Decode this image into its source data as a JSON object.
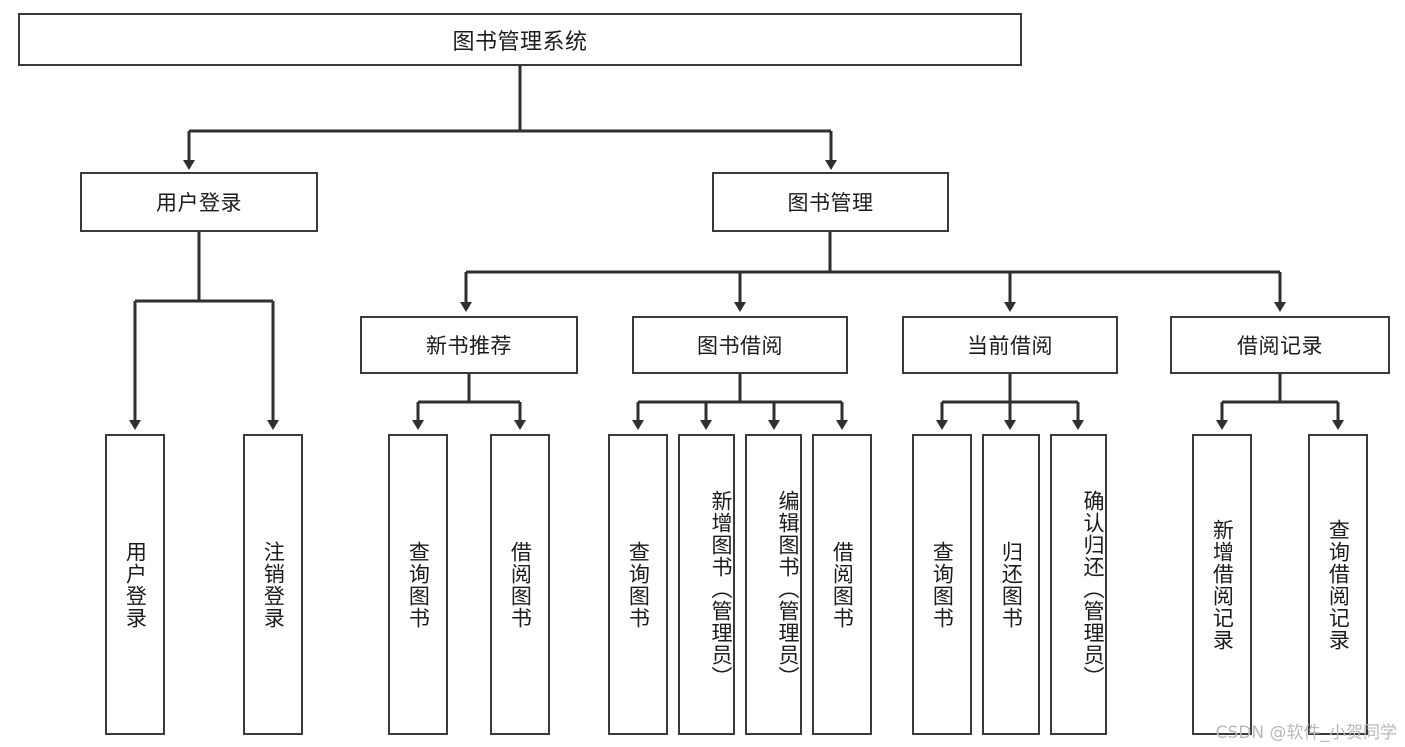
{
  "diagram": {
    "type": "tree-hierarchy-chart",
    "title": "图书管理系统",
    "colors": {
      "background": "#ffffff",
      "box_border": "#3a3a3a",
      "box_fill": "#ffffff",
      "text": "#1b1b1b",
      "connector": "#3a3a3a",
      "watermark": "#b9b9b9"
    },
    "root": {
      "label": "图书管理系统"
    },
    "level1": [
      {
        "label": "用户登录"
      },
      {
        "label": "图书管理"
      }
    ],
    "level2": [
      {
        "label": "新书推荐"
      },
      {
        "label": "图书借阅"
      },
      {
        "label": "当前借阅"
      },
      {
        "label": "借阅记录"
      }
    ],
    "leaves": {
      "user_login": [
        {
          "label": "用户登录"
        },
        {
          "label": "注销登录"
        }
      ],
      "new_book_recommend": [
        {
          "label": "查询图书"
        },
        {
          "label": "借阅图书"
        }
      ],
      "book_borrow": [
        {
          "label": "查询图书"
        },
        {
          "label": "新增图书（管理员）"
        },
        {
          "label": "编辑图书（管理员）"
        },
        {
          "label": "借阅图书"
        }
      ],
      "current_borrow": [
        {
          "label": "查询图书"
        },
        {
          "label": "归还图书"
        },
        {
          "label": "确认归还（管理员）"
        }
      ],
      "borrow_record": [
        {
          "label": "新增借阅记录"
        },
        {
          "label": "查询借阅记录"
        }
      ]
    },
    "watermark": "CSDN @软件_小贺同学"
  }
}
